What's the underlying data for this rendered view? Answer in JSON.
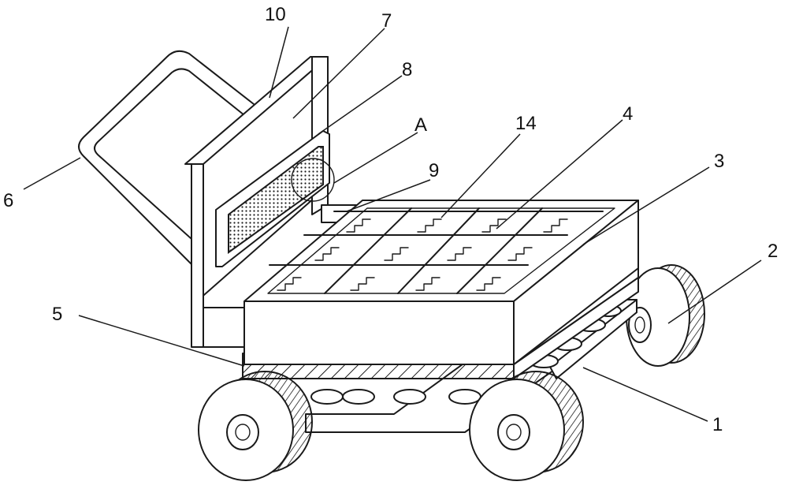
{
  "figure": {
    "labels": [
      {
        "id": "l10",
        "text": "10"
      },
      {
        "id": "l7",
        "text": "7"
      },
      {
        "id": "l8",
        "text": "8"
      },
      {
        "id": "lA",
        "text": "A"
      },
      {
        "id": "l14",
        "text": "14"
      },
      {
        "id": "l4",
        "text": "4"
      },
      {
        "id": "l3",
        "text": "3"
      },
      {
        "id": "l9",
        "text": "9"
      },
      {
        "id": "l6",
        "text": "6"
      },
      {
        "id": "l2",
        "text": "2"
      },
      {
        "id": "l5",
        "text": "5"
      },
      {
        "id": "l1",
        "text": "1"
      }
    ]
  }
}
